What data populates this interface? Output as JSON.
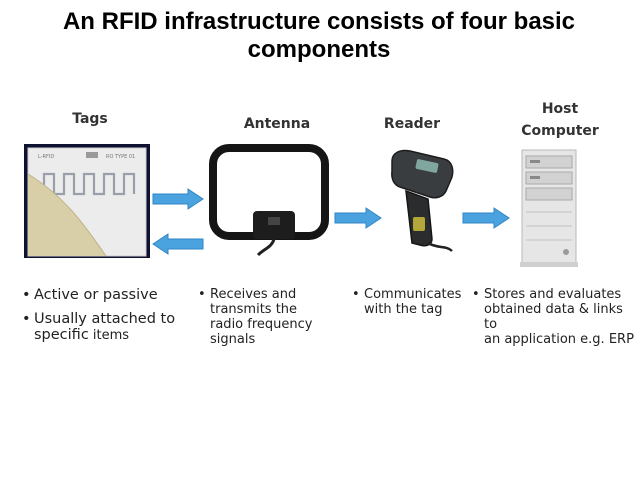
{
  "title_line1": "An RFID infrastructure consists of four basic",
  "title_line2": "components",
  "labels": {
    "tags": "Tags",
    "antenna": "Antenna",
    "reader": "Reader",
    "host_line1": "Host",
    "host_line2": "Computer"
  },
  "tag_print": {
    "left": "L-RFID",
    "right": "RO TYPE 01"
  },
  "bullets": {
    "tags": [
      {
        "text": "Active or passive"
      },
      {
        "line1": "Usually attached to",
        "line2a": "specific",
        "line2b": " items"
      }
    ],
    "antenna": {
      "line1": "Receives and",
      "line2": "transmits the",
      "line3": "radio frequency",
      "line4": "signals"
    },
    "reader": {
      "line1": "Communicates",
      "line2": "with the tag"
    },
    "host": {
      "line1": "Stores and evaluates",
      "line2": "obtained data & links to",
      "line3": "an application e.g. ERP"
    }
  },
  "colors": {
    "arrow": "#4aa3df",
    "arrow_edge": "#2f86c4",
    "antenna": "#151515"
  },
  "icons": {
    "tag_image": "rfid-tag-icon",
    "antenna_image": "antenna-icon",
    "reader_image": "handheld-reader-icon",
    "host_image": "computer-tower-icon",
    "arrows": "right-arrow-icon / left-arrow-icon"
  }
}
